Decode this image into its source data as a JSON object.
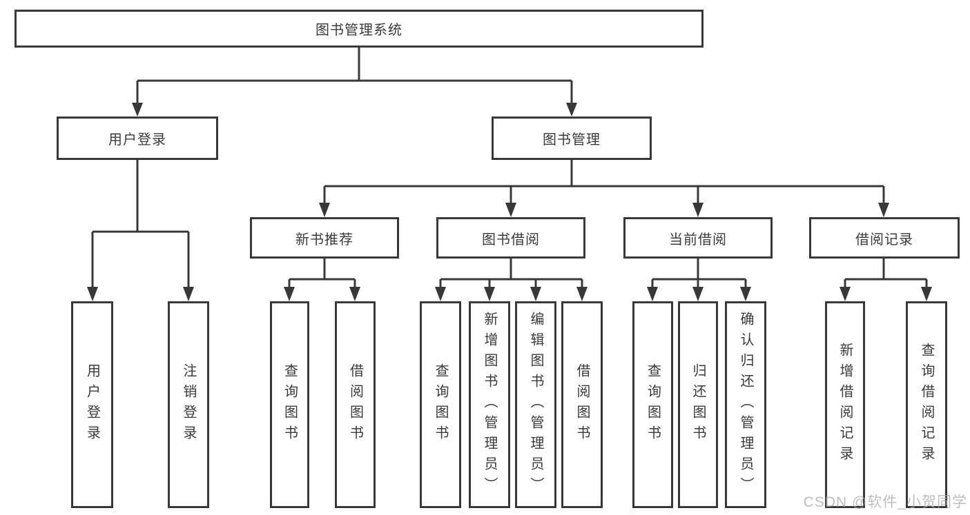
{
  "title": "图书管理系统",
  "watermark": "CSDN @软件_小贺同学",
  "colors": {
    "line": "#383838",
    "box_border": "#383838",
    "text": "#3a3a3a",
    "watermark": "#a9a9a9",
    "background": "#ffffff"
  },
  "diagram": {
    "type": "hierarchy-tree",
    "root": {
      "id": "library-system",
      "label": "图书管理系统"
    },
    "level2": [
      {
        "id": "user-login",
        "label": "用户登录",
        "parent": "library-system"
      },
      {
        "id": "book-management",
        "label": "图书管理",
        "parent": "library-system"
      }
    ],
    "level3": [
      {
        "id": "new-book-recommend",
        "label": "新书推荐",
        "parent": "book-management"
      },
      {
        "id": "book-borrow",
        "label": "图书借阅",
        "parent": "book-management"
      },
      {
        "id": "current-borrow",
        "label": "当前借阅",
        "parent": "book-management"
      },
      {
        "id": "borrow-records",
        "label": "借阅记录",
        "parent": "book-management"
      }
    ],
    "leaves": [
      {
        "id": "leaf-user-login",
        "label": "用户登录",
        "parent": "user-login"
      },
      {
        "id": "leaf-logout",
        "label": "注销登录",
        "parent": "user-login"
      },
      {
        "id": "leaf-query-book-1",
        "label": "查询图书",
        "parent": "new-book-recommend"
      },
      {
        "id": "leaf-borrow-book-1",
        "label": "借阅图书",
        "parent": "new-book-recommend"
      },
      {
        "id": "leaf-query-book-2",
        "label": "查询图书",
        "parent": "book-borrow"
      },
      {
        "id": "leaf-add-book",
        "label": "新增图书（管理员）",
        "parent": "book-borrow"
      },
      {
        "id": "leaf-edit-book",
        "label": "编辑图书（管理员）",
        "parent": "book-borrow"
      },
      {
        "id": "leaf-borrow-book-2",
        "label": "借阅图书",
        "parent": "book-borrow"
      },
      {
        "id": "leaf-query-book-3",
        "label": "查询图书",
        "parent": "current-borrow"
      },
      {
        "id": "leaf-return-book",
        "label": "归还图书",
        "parent": "current-borrow"
      },
      {
        "id": "leaf-confirm-return",
        "label": "确认归还（管理员）",
        "parent": "current-borrow"
      },
      {
        "id": "leaf-add-record",
        "label": "新增借阅记录",
        "parent": "borrow-records"
      },
      {
        "id": "leaf-query-record",
        "label": "查询借阅记录",
        "parent": "borrow-records"
      }
    ]
  }
}
